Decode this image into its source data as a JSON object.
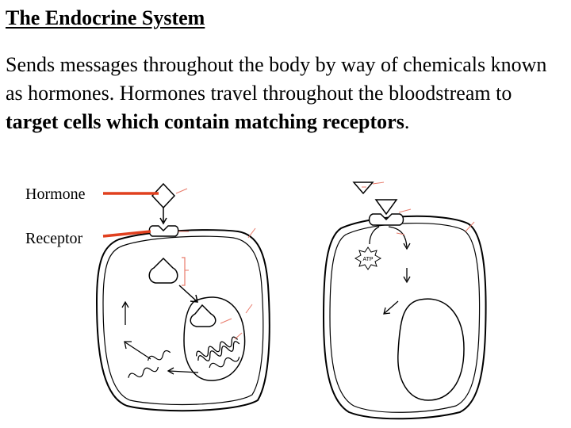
{
  "slide": {
    "title": "The Endocrine System",
    "body_part1": "Sends messages throughout the body by way of chemicals known as hormones.  Hormones travel throughout the bloodstream to ",
    "body_bold": "target cells which contain matching receptors",
    "body_end": "."
  },
  "diagram": {
    "hormone_label": "Hormone",
    "receptor_label": "Receptor",
    "atp_label": "ATP",
    "pointer_color": "#e0401f",
    "tick_color": "#e87a6a"
  }
}
